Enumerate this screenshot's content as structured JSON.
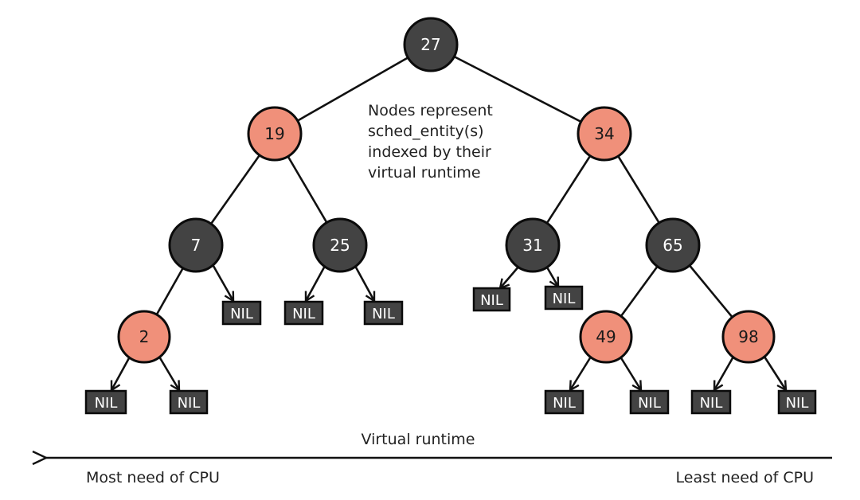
{
  "tree": {
    "nodes": [
      {
        "id": "n27",
        "value": "27",
        "color": "black"
      },
      {
        "id": "n19",
        "value": "19",
        "color": "red"
      },
      {
        "id": "n34",
        "value": "34",
        "color": "red"
      },
      {
        "id": "n7",
        "value": "7",
        "color": "black"
      },
      {
        "id": "n25",
        "value": "25",
        "color": "black"
      },
      {
        "id": "n31",
        "value": "31",
        "color": "black"
      },
      {
        "id": "n65",
        "value": "65",
        "color": "black"
      },
      {
        "id": "n2",
        "value": "2",
        "color": "red"
      },
      {
        "id": "n49",
        "value": "49",
        "color": "red"
      },
      {
        "id": "n98",
        "value": "98",
        "color": "red"
      }
    ],
    "nil_label": "NIL",
    "colors": {
      "black_node": "#434343",
      "red_node": "#f0907a",
      "nil_box": "#434343",
      "outline": "#0b0b0b"
    }
  },
  "note": {
    "lines": [
      "Nodes represent",
      "sched_entity(s)",
      "indexed by their",
      "virtual runtime"
    ]
  },
  "axis": {
    "title": "Virtual runtime",
    "left_label": "Most need of CPU",
    "right_label": "Least need of CPU"
  }
}
